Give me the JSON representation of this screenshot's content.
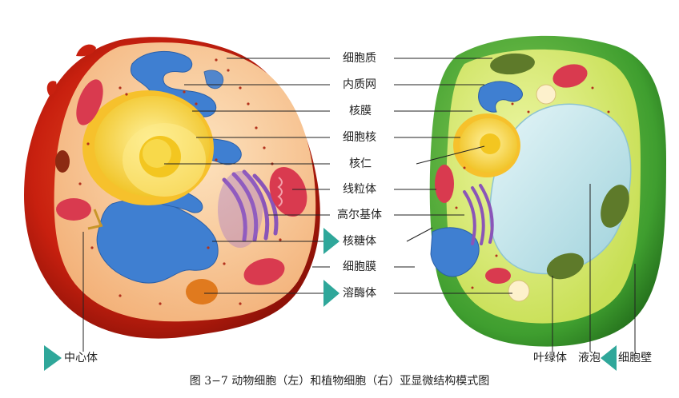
{
  "labels": {
    "cytoplasm": "细胞质",
    "er": "内质网",
    "nuclear_envelope": "核膜",
    "nucleus": "细胞核",
    "nucleolus": "核仁",
    "mitochondrion": "线粒体",
    "golgi": "高尔基体",
    "ribosome": "核糖体",
    "cell_membrane": "细胞膜",
    "lysosome": "溶酶体",
    "centrosome": "中心体",
    "chloroplast": "叶绿体",
    "vacuole": "液泡",
    "cell_wall": "细胞壁"
  },
  "caption": "图 3−7    动物细胞（左）和植物细胞（右）亚显微结构模式图",
  "colors": {
    "animal_outer": "#c8200f",
    "animal_cytoplasm": "#f6c48e",
    "er_blue": "#3f7fd1",
    "nucleus_yellow": "#f7d640",
    "golgi_purple": "#8a55b8",
    "mitochondria_red": "#d93a4f",
    "plant_wall": "#3f9e2f",
    "plant_cytoplasm": "#d7ea6f",
    "vacuole": "#bfe3ec",
    "chloroplast": "#5e7a2a",
    "marker_teal": "#2fa79a"
  }
}
